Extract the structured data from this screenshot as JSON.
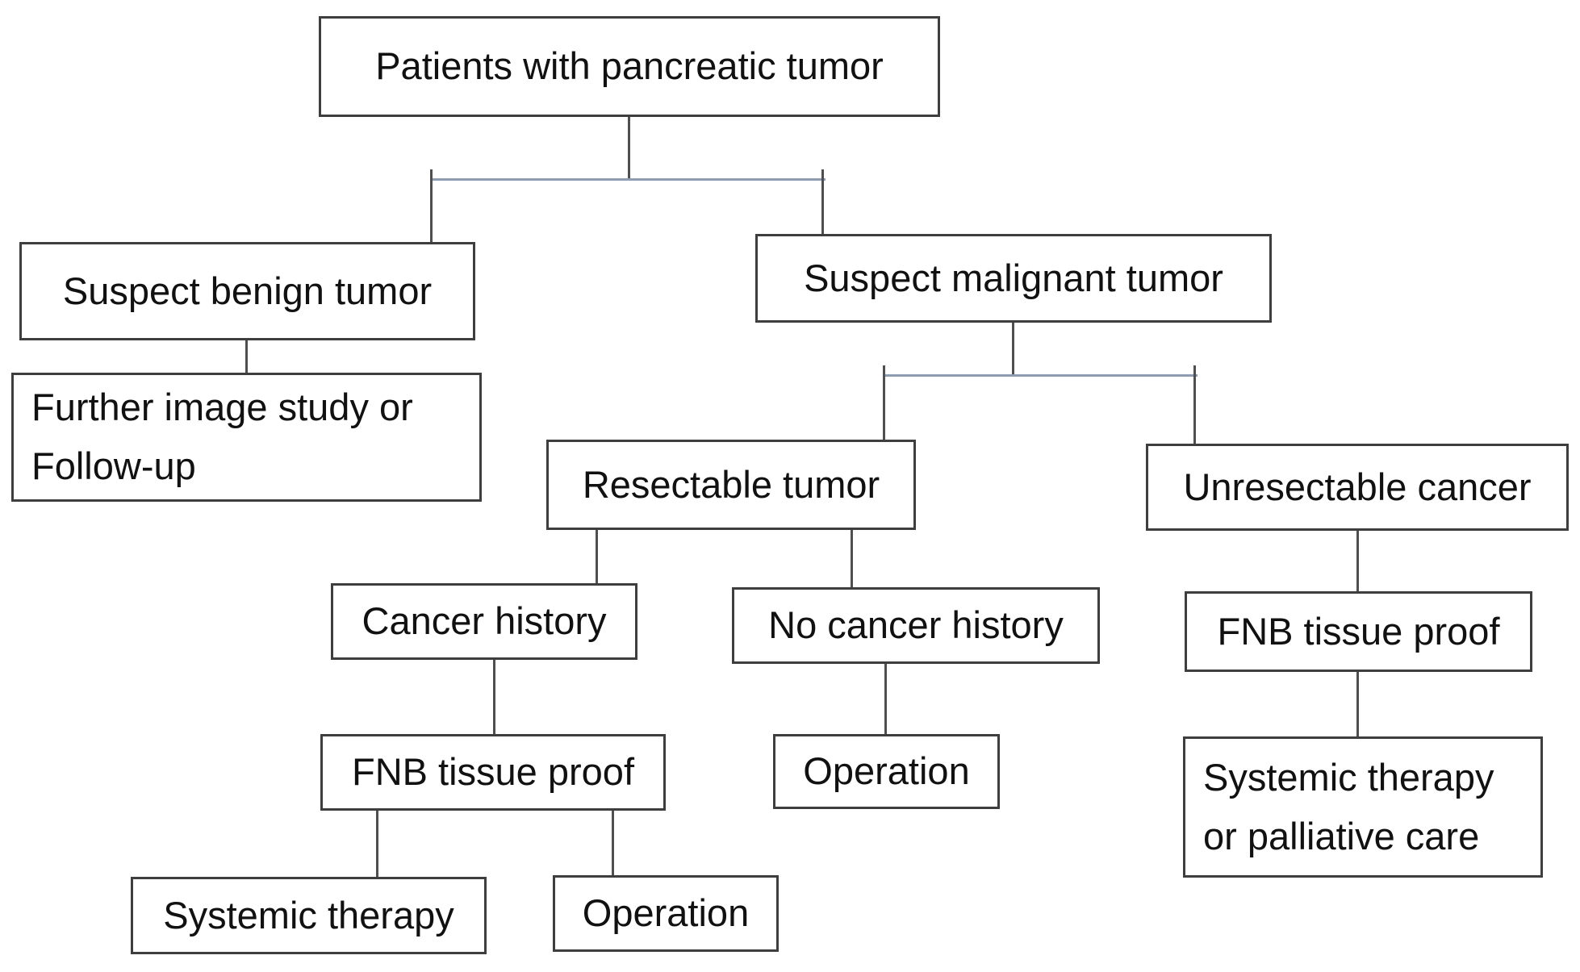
{
  "diagram": {
    "type": "flowchart",
    "colors": {
      "background": "#ffffff",
      "box_border": "#3e3e3e",
      "connector_line": "#4f4f4f",
      "branch_bar": "#8d9cb1",
      "text": "#111111"
    },
    "nodes": {
      "patients": {
        "label": "Patients with pancreatic tumor"
      },
      "suspect_benign": {
        "label": "Suspect benign tumor"
      },
      "suspect_malignant": {
        "label": "Suspect malignant tumor"
      },
      "further_image_study": {
        "label": "Further image study or\nFollow-up"
      },
      "resectable_tumor": {
        "label": "Resectable tumor"
      },
      "unresectable_cancer": {
        "label": "Unresectable cancer"
      },
      "cancer_history": {
        "label": "Cancer history"
      },
      "no_cancer_history": {
        "label": "No cancer history"
      },
      "fnb_tissue_proof_right": {
        "label": "FNB tissue proof"
      },
      "fnb_tissue_proof_left": {
        "label": "FNB tissue proof"
      },
      "operation_mid": {
        "label": "Operation"
      },
      "systemic_or_palliative": {
        "label": "Systemic therapy\nor palliative care"
      },
      "systemic_therapy_left": {
        "label": "Systemic therapy"
      },
      "operation_left": {
        "label": "Operation"
      }
    },
    "edges": [
      {
        "from": "patients",
        "to": "suspect_benign"
      },
      {
        "from": "patients",
        "to": "suspect_malignant"
      },
      {
        "from": "suspect_benign",
        "to": "further_image_study"
      },
      {
        "from": "suspect_malignant",
        "to": "resectable_tumor"
      },
      {
        "from": "suspect_malignant",
        "to": "unresectable_cancer"
      },
      {
        "from": "resectable_tumor",
        "to": "cancer_history"
      },
      {
        "from": "resectable_tumor",
        "to": "no_cancer_history"
      },
      {
        "from": "cancer_history",
        "to": "fnb_tissue_proof_left"
      },
      {
        "from": "fnb_tissue_proof_left",
        "to": "systemic_therapy_left"
      },
      {
        "from": "fnb_tissue_proof_left",
        "to": "operation_left"
      },
      {
        "from": "no_cancer_history",
        "to": "operation_mid"
      },
      {
        "from": "unresectable_cancer",
        "to": "fnb_tissue_proof_right"
      },
      {
        "from": "fnb_tissue_proof_right",
        "to": "systemic_or_palliative"
      }
    ]
  }
}
